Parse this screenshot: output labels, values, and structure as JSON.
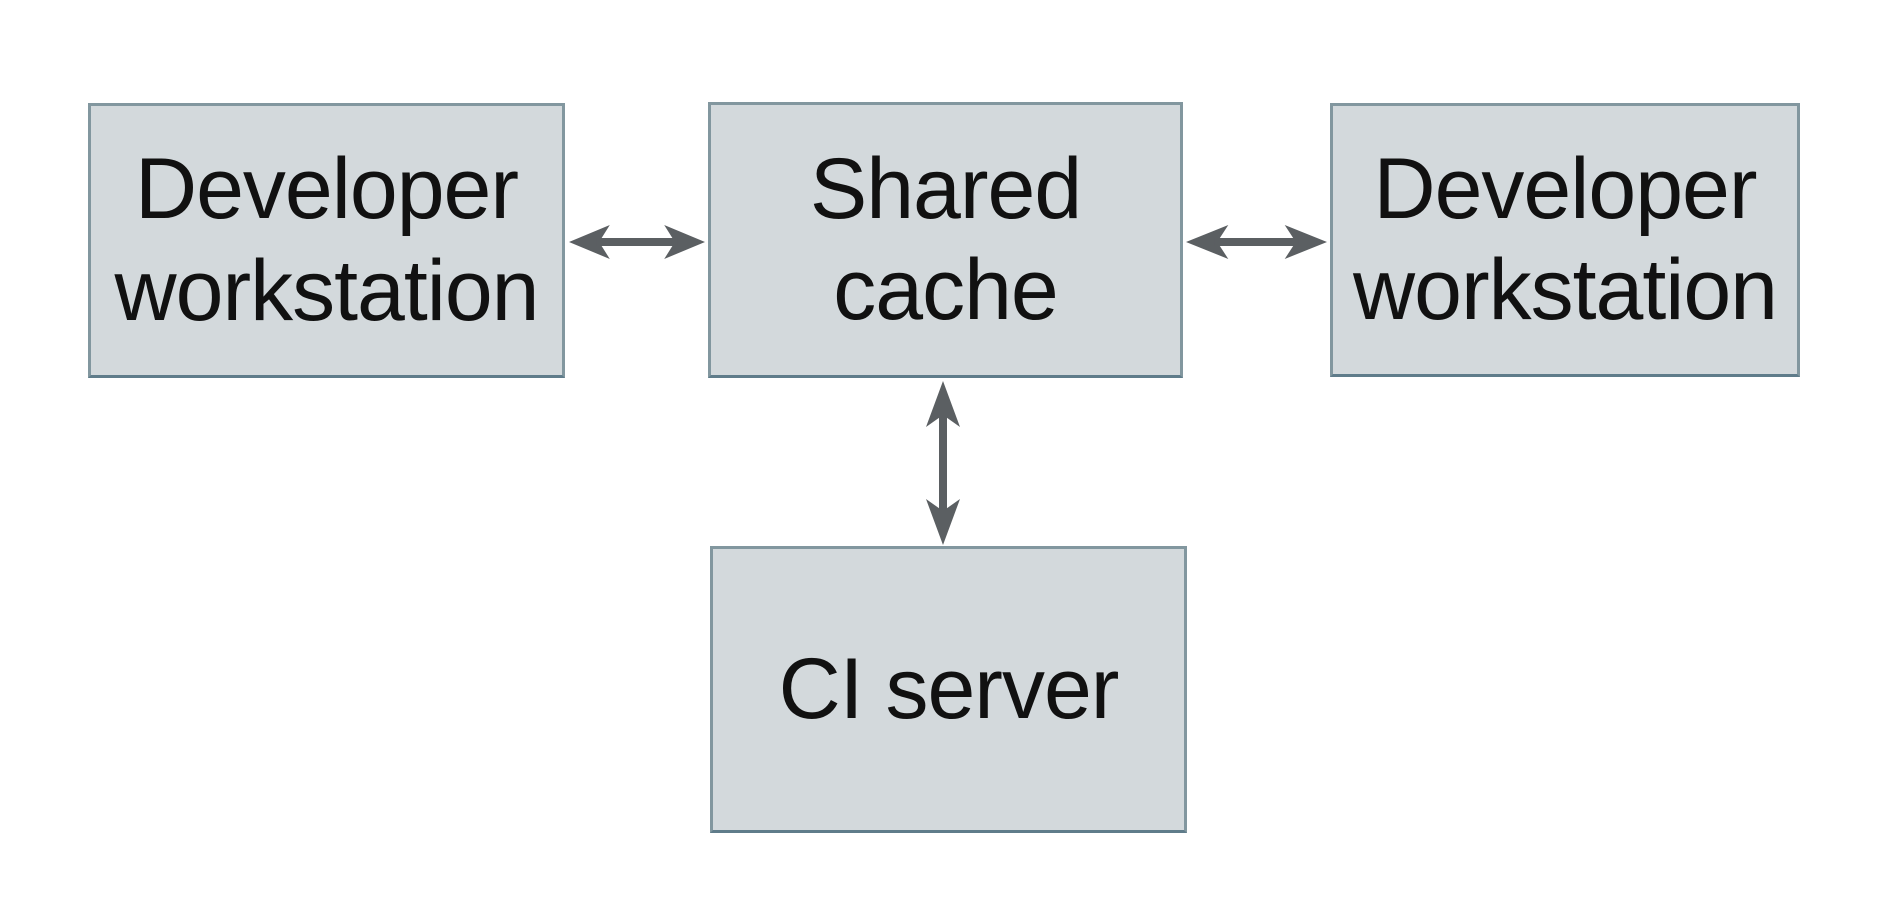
{
  "colors": {
    "background": "#ffffff",
    "node_fill": "#d3d9dc",
    "node_border": "#82979f",
    "node_border_bottom": "#5f7c8a",
    "arrow": "#5b5f62",
    "text": "#111111"
  },
  "nodes": {
    "developer_left": {
      "line1": "Developer",
      "line2": "workstation"
    },
    "shared_cache": {
      "line1": "Shared",
      "line2": "cache"
    },
    "developer_right": {
      "line1": "Developer",
      "line2": "workstation"
    },
    "ci_server": {
      "line1": "CI server"
    }
  },
  "edges": [
    {
      "from": "developer_left",
      "to": "shared_cache",
      "style": "bidirectional-arrow"
    },
    {
      "from": "shared_cache",
      "to": "developer_right",
      "style": "bidirectional-arrow"
    },
    {
      "from": "shared_cache",
      "to": "ci_server",
      "style": "bidirectional-arrow"
    }
  ]
}
